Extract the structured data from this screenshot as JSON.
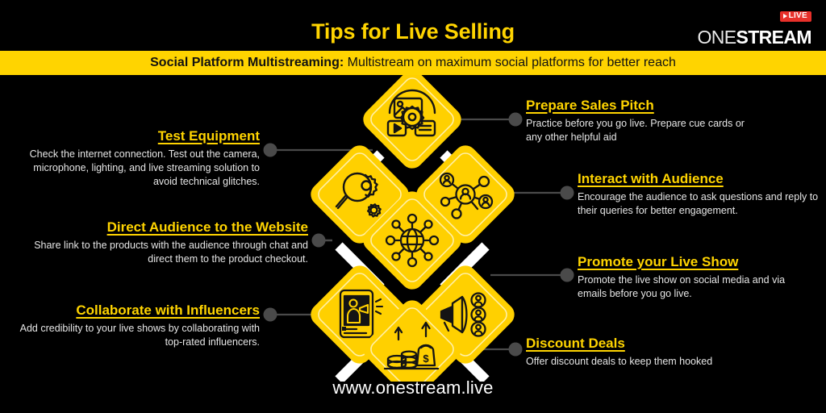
{
  "header": {
    "title": "Tips for Live Selling",
    "logo": {
      "live_badge": "LIVE",
      "word_one": "ONE",
      "word_stream": "STREAM"
    },
    "banner": {
      "bold_part": "Social Platform Multistreaming:",
      "rest": " Multistream on maximum social platforms for better reach"
    }
  },
  "tips": [
    {
      "id": "prepare-sales-pitch",
      "title": "Prepare Sales Pitch",
      "desc": "Practice before you go live. Prepare cue cards or any other helpful aid",
      "icon": "content-creation-icon",
      "side": "right"
    },
    {
      "id": "test-equipment",
      "title": "Test Equipment",
      "desc": "Check the internet connection. Test out the camera, microphone, lighting, and live streaming solution to avoid technical glitches.",
      "icon": "magnifier-gear-icon",
      "side": "left"
    },
    {
      "id": "interact-with-audience",
      "title": "Interact with Audience ",
      "desc": "Encourage the audience to ask questions and reply to their queries for better engagement.",
      "icon": "people-network-icon",
      "side": "right"
    },
    {
      "id": "direct-audience-to-the-website",
      "title": "Direct Audience to the Website",
      "desc": "Share link to the products with the audience through chat and direct them to the product checkout.",
      "icon": "globe-network-icon",
      "side": "left"
    },
    {
      "id": "promote-your-live-show",
      "title": "Promote your Live Show",
      "desc": "Promote the live show on social media and via emails before you go live.",
      "icon": "megaphone-audience-icon",
      "side": "right"
    },
    {
      "id": "collaborate-with-influencers",
      "title": "Collaborate with Influencers",
      "desc": "Add credibility to your live shows by collaborating with top-rated influencers.",
      "icon": "influencer-phone-icon",
      "side": "left"
    },
    {
      "id": "discount-deals",
      "title": "Discount Deals",
      "desc": "Offer discount deals to keep them hooked",
      "icon": "money-growth-icon",
      "side": "right"
    }
  ],
  "footer": {
    "url": "www.onestream.live"
  },
  "colors": {
    "background": "#000000",
    "accent_yellow": "#FFD400",
    "diamond_yellow": "#FFD000",
    "text_white": "#e6e6e6",
    "connector_gray": "#4a4a4a",
    "live_red": "#E8302A",
    "connector_white": "#ffffff"
  }
}
